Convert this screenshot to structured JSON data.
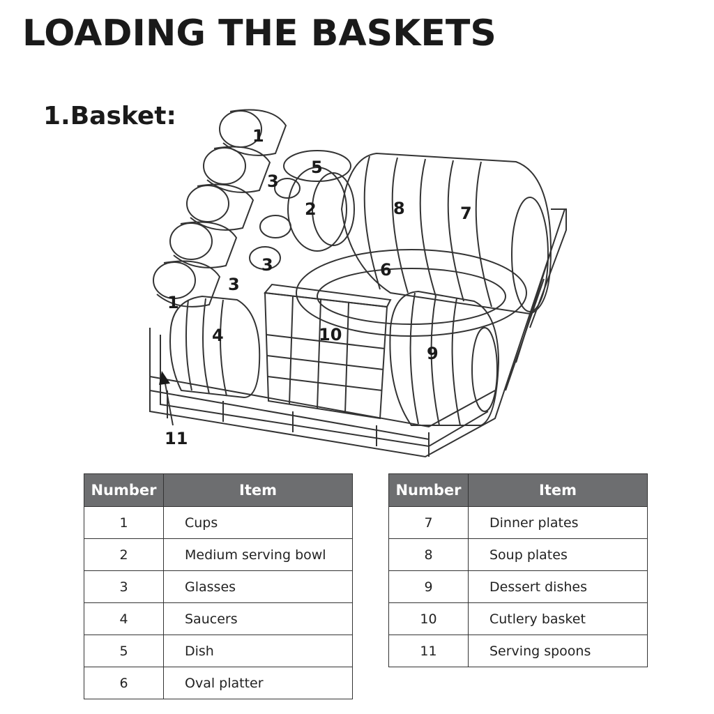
{
  "page": {
    "title": "LOADING THE BASKETS",
    "section": "1.Basket:"
  },
  "diagram": {
    "callouts": [
      "1",
      "1",
      "2",
      "3",
      "3",
      "3",
      "4",
      "5",
      "6",
      "7",
      "8",
      "9",
      "10",
      "11"
    ]
  },
  "tables": {
    "left": {
      "headers": [
        "Number",
        "Item"
      ],
      "rows": [
        {
          "number": "1",
          "item": "Cups"
        },
        {
          "number": "2",
          "item": "Medium serving bowl"
        },
        {
          "number": "3",
          "item": "Glasses"
        },
        {
          "number": "4",
          "item": "Saucers"
        },
        {
          "number": "5",
          "item": "Dish"
        },
        {
          "number": "6",
          "item": "Oval platter"
        }
      ]
    },
    "right": {
      "headers": [
        "Number",
        "Item"
      ],
      "rows": [
        {
          "number": "7",
          "item": "Dinner plates"
        },
        {
          "number": "8",
          "item": "Soup plates"
        },
        {
          "number": "9",
          "item": "Dessert dishes"
        },
        {
          "number": "10",
          "item": "Cutlery basket"
        },
        {
          "number": "11",
          "item": "Serving spoons"
        }
      ]
    }
  },
  "colors": {
    "header_bg": "#6d6e70",
    "text": "#1a1a1a",
    "line": "#333333"
  }
}
